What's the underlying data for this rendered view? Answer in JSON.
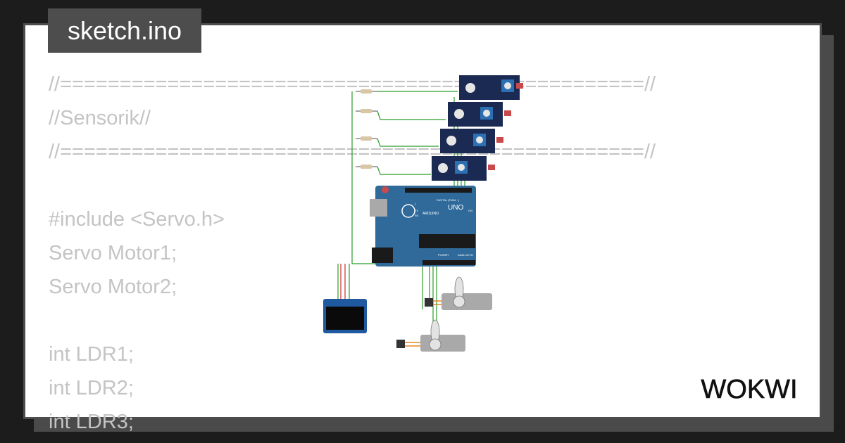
{
  "header": {
    "filename": "sketch.ino"
  },
  "code_lines": [
    "//=================================================//",
    "//Sensorik//",
    "//=================================================//",
    "",
    "#include <Servo.h>",
    "Servo Motor1;",
    "Servo Motor2;",
    "",
    "int LDR1;",
    "int LDR2;",
    "int LDR3;"
  ],
  "arduino": {
    "logo_text": "UNO",
    "brand": "ARDUINO",
    "digital_label": "DIGITAL (PWM ~)",
    "power_label": "POWER",
    "analog_label": "ANALOG IN",
    "tx_label": "TX",
    "rx_label": "RX",
    "on_label": "ON",
    "l_label": "L"
  },
  "brand": {
    "logo_text": "WOKWI"
  },
  "colors": {
    "background": "#1c1c1c",
    "card": "#ffffff",
    "tab": "#4d4d4d",
    "code_text": "#c4c4c4",
    "board": "#2f6a9a",
    "wire_green": "#2a9d2a",
    "wire_red": "#d22b2b",
    "sensor_board": "#1b2a52"
  }
}
